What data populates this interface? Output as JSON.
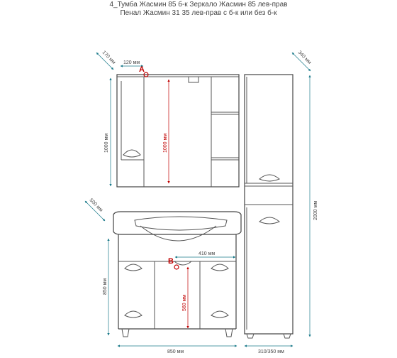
{
  "header": {
    "line1": "4_Тумба Жасмин 85 б-к  Зеркало Жасмин 85 лев-прав",
    "line2": "Пенал Жасмин 31 35 лев-прав  с б-к или без б-к"
  },
  "dims": {
    "mirror_depth": "170 мм",
    "shelf_offset": "120 мм",
    "mirror_height": "1000 мм",
    "mirror_inner_height": "1000 мм",
    "cabinet_depth": "500 мм",
    "cabinet_height": "850 мм",
    "pipe_offset": "410 мм",
    "pipe_height": "560 мм",
    "cabinet_width": "850 мм",
    "pencil_depth": "340 мм",
    "pencil_height": "2000 мм",
    "pencil_width": "310/350 мм"
  },
  "markers": {
    "a": "A",
    "b": "B"
  },
  "colors": {
    "accent": "#c00000",
    "dimension": "#1a7a8a",
    "outline": "#555555"
  }
}
